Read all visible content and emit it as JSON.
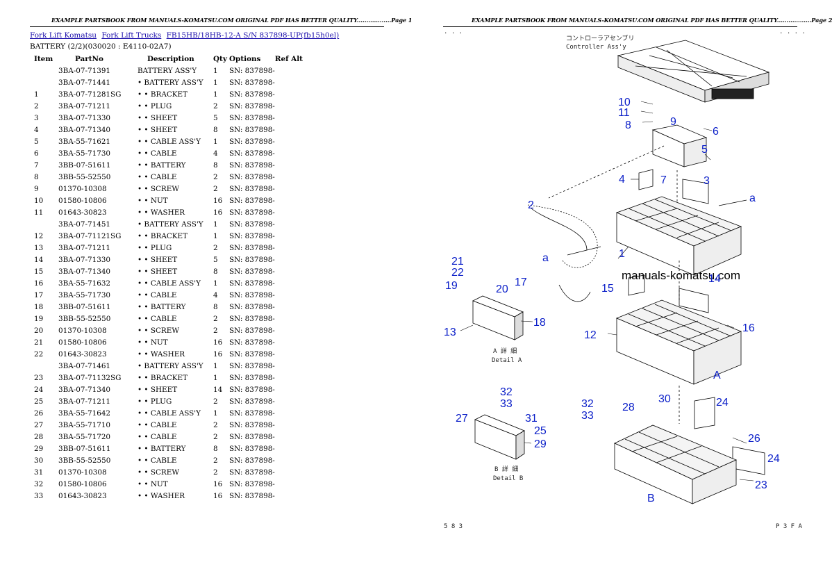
{
  "left_page": {
    "header": "EXAMPLE PARTSBOOK FROM MANUALS-KOMATSU.COM ORIGINAL PDF HAS BETTER QUALITY..................Page 1",
    "breadcrumbs": [
      "Fork Lift Komatsu",
      "Fork Lift Trucks",
      "FB15HB/18HB-12-A S/N 837898-UP(fb15h0el)"
    ],
    "subtitle": "BATTERY (2/2)(030020 : E4110-02A7)",
    "columns": [
      "Item",
      "PartNo",
      "Description",
      "Qty",
      "Options",
      "Ref Alt"
    ],
    "rows": [
      [
        "",
        "3BA-07-71391",
        "BATTERY ASS'Y",
        "1",
        "SN: 837898-",
        ""
      ],
      [
        "",
        "3BA-07-71441",
        "• BATTERY ASS'Y",
        "1",
        "SN: 837898-",
        ""
      ],
      [
        "1",
        "3BA-07-71281SG",
        "• • BRACKET",
        "1",
        "SN: 837898-",
        ""
      ],
      [
        "2",
        "3BA-07-71211",
        "• • PLUG",
        "2",
        "SN: 837898-",
        ""
      ],
      [
        "3",
        "3BA-07-71330",
        "• • SHEET",
        "5",
        "SN: 837898-",
        ""
      ],
      [
        "4",
        "3BA-07-71340",
        "• • SHEET",
        "8",
        "SN: 837898-",
        ""
      ],
      [
        "5",
        "3BA-55-71621",
        "• • CABLE ASS'Y",
        "1",
        "SN: 837898-",
        ""
      ],
      [
        "6",
        "3BA-55-71730",
        "• • CABLE",
        "4",
        "SN: 837898-",
        ""
      ],
      [
        "7",
        "3BB-07-51611",
        "• • BATTERY",
        "8",
        "SN: 837898-",
        ""
      ],
      [
        "8",
        "3BB-55-52550",
        "• • CABLE",
        "2",
        "SN: 837898-",
        ""
      ],
      [
        "9",
        "01370-10308",
        "• • SCREW",
        "2",
        "SN: 837898-",
        ""
      ],
      [
        "10",
        "01580-10806",
        "• • NUT",
        "16",
        "SN: 837898-",
        ""
      ],
      [
        "11",
        "01643-30823",
        "• • WASHER",
        "16",
        "SN: 837898-",
        ""
      ],
      [
        "",
        "3BA-07-71451",
        "• BATTERY ASS'Y",
        "1",
        "SN: 837898-",
        ""
      ],
      [
        "12",
        "3BA-07-71121SG",
        "• • BRACKET",
        "1",
        "SN: 837898-",
        ""
      ],
      [
        "13",
        "3BA-07-71211",
        "• • PLUG",
        "2",
        "SN: 837898-",
        ""
      ],
      [
        "14",
        "3BA-07-71330",
        "• • SHEET",
        "5",
        "SN: 837898-",
        ""
      ],
      [
        "15",
        "3BA-07-71340",
        "• • SHEET",
        "8",
        "SN: 837898-",
        ""
      ],
      [
        "16",
        "3BA-55-71632",
        "• • CABLE ASS'Y",
        "1",
        "SN: 837898-",
        ""
      ],
      [
        "17",
        "3BA-55-71730",
        "• • CABLE",
        "4",
        "SN: 837898-",
        ""
      ],
      [
        "18",
        "3BB-07-51611",
        "• • BATTERY",
        "8",
        "SN: 837898-",
        ""
      ],
      [
        "19",
        "3BB-55-52550",
        "• • CABLE",
        "2",
        "SN: 837898-",
        ""
      ],
      [
        "20",
        "01370-10308",
        "• • SCREW",
        "2",
        "SN: 837898-",
        ""
      ],
      [
        "21",
        "01580-10806",
        "• • NUT",
        "16",
        "SN: 837898-",
        ""
      ],
      [
        "22",
        "01643-30823",
        "• • WASHER",
        "16",
        "SN: 837898-",
        ""
      ],
      [
        "",
        "3BA-07-71461",
        "• BATTERY ASS'Y",
        "1",
        "SN: 837898-",
        ""
      ],
      [
        "23",
        "3BA-07-71132SG",
        "• • BRACKET",
        "1",
        "SN: 837898-",
        ""
      ],
      [
        "24",
        "3BA-07-71340",
        "• • SHEET",
        "14",
        "SN: 837898-",
        ""
      ],
      [
        "25",
        "3BA-07-71211",
        "• • PLUG",
        "2",
        "SN: 837898-",
        ""
      ],
      [
        "26",
        "3BA-55-71642",
        "• • CABLE ASS'Y",
        "1",
        "SN: 837898-",
        ""
      ],
      [
        "27",
        "3BA-55-71710",
        "• • CABLE",
        "2",
        "SN: 837898-",
        ""
      ],
      [
        "28",
        "3BA-55-71720",
        "• • CABLE",
        "2",
        "SN: 837898-",
        ""
      ],
      [
        "29",
        "3BB-07-51611",
        "• • BATTERY",
        "8",
        "SN: 837898-",
        ""
      ],
      [
        "30",
        "3BB-55-52550",
        "• • CABLE",
        "2",
        "SN: 837898-",
        ""
      ],
      [
        "31",
        "01370-10308",
        "• • SCREW",
        "2",
        "SN: 837898-",
        ""
      ],
      [
        "32",
        "01580-10806",
        "• • NUT",
        "16",
        "SN: 837898-",
        ""
      ],
      [
        "33",
        "01643-30823",
        "• • WASHER",
        "16",
        "SN: 837898-",
        ""
      ]
    ]
  },
  "right_page": {
    "header": "EXAMPLE PARTSBOOK FROM MANUALS-KOMATSU.COM ORIGINAL PDF HAS BETTER QUALITY..................Page 2",
    "diagram": {
      "controller_label_jp": "コントローラアセンブリ",
      "controller_label_en": "Controller Ass'y",
      "watermark": "manuals-komatsu.com",
      "detail_a_jp": "A 詳 細",
      "detail_a_en": "Detail A",
      "detail_b_jp": "B 詳 細",
      "detail_b_en": "Detail B",
      "arrow_a": "a",
      "mark_A": "A",
      "mark_B": "B",
      "footer_left": "5 8 3",
      "footer_right": "P 3 F A",
      "corner_dots_left": ". . .",
      "corner_dots_right": ". . . .",
      "callouts": [
        "1",
        "2",
        "3",
        "4",
        "5",
        "6",
        "7",
        "8",
        "9",
        "10",
        "11",
        "12",
        "13",
        "14",
        "15",
        "16",
        "17",
        "18",
        "19",
        "20",
        "21",
        "22",
        "23",
        "24",
        "25",
        "26",
        "27",
        "28",
        "29",
        "30",
        "31",
        "32",
        "33"
      ]
    }
  }
}
